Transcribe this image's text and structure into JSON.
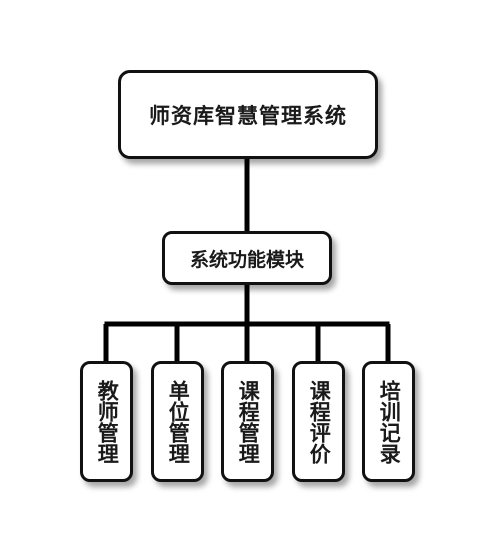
{
  "diagram": {
    "root": {
      "label": "师资库智慧管理系统"
    },
    "module": {
      "label": "系统功能模块"
    },
    "leaves": [
      {
        "label": "教师管理"
      },
      {
        "label": "单位管理"
      },
      {
        "label": "课程管理"
      },
      {
        "label": "课程评价"
      },
      {
        "label": "培训记录"
      }
    ]
  }
}
